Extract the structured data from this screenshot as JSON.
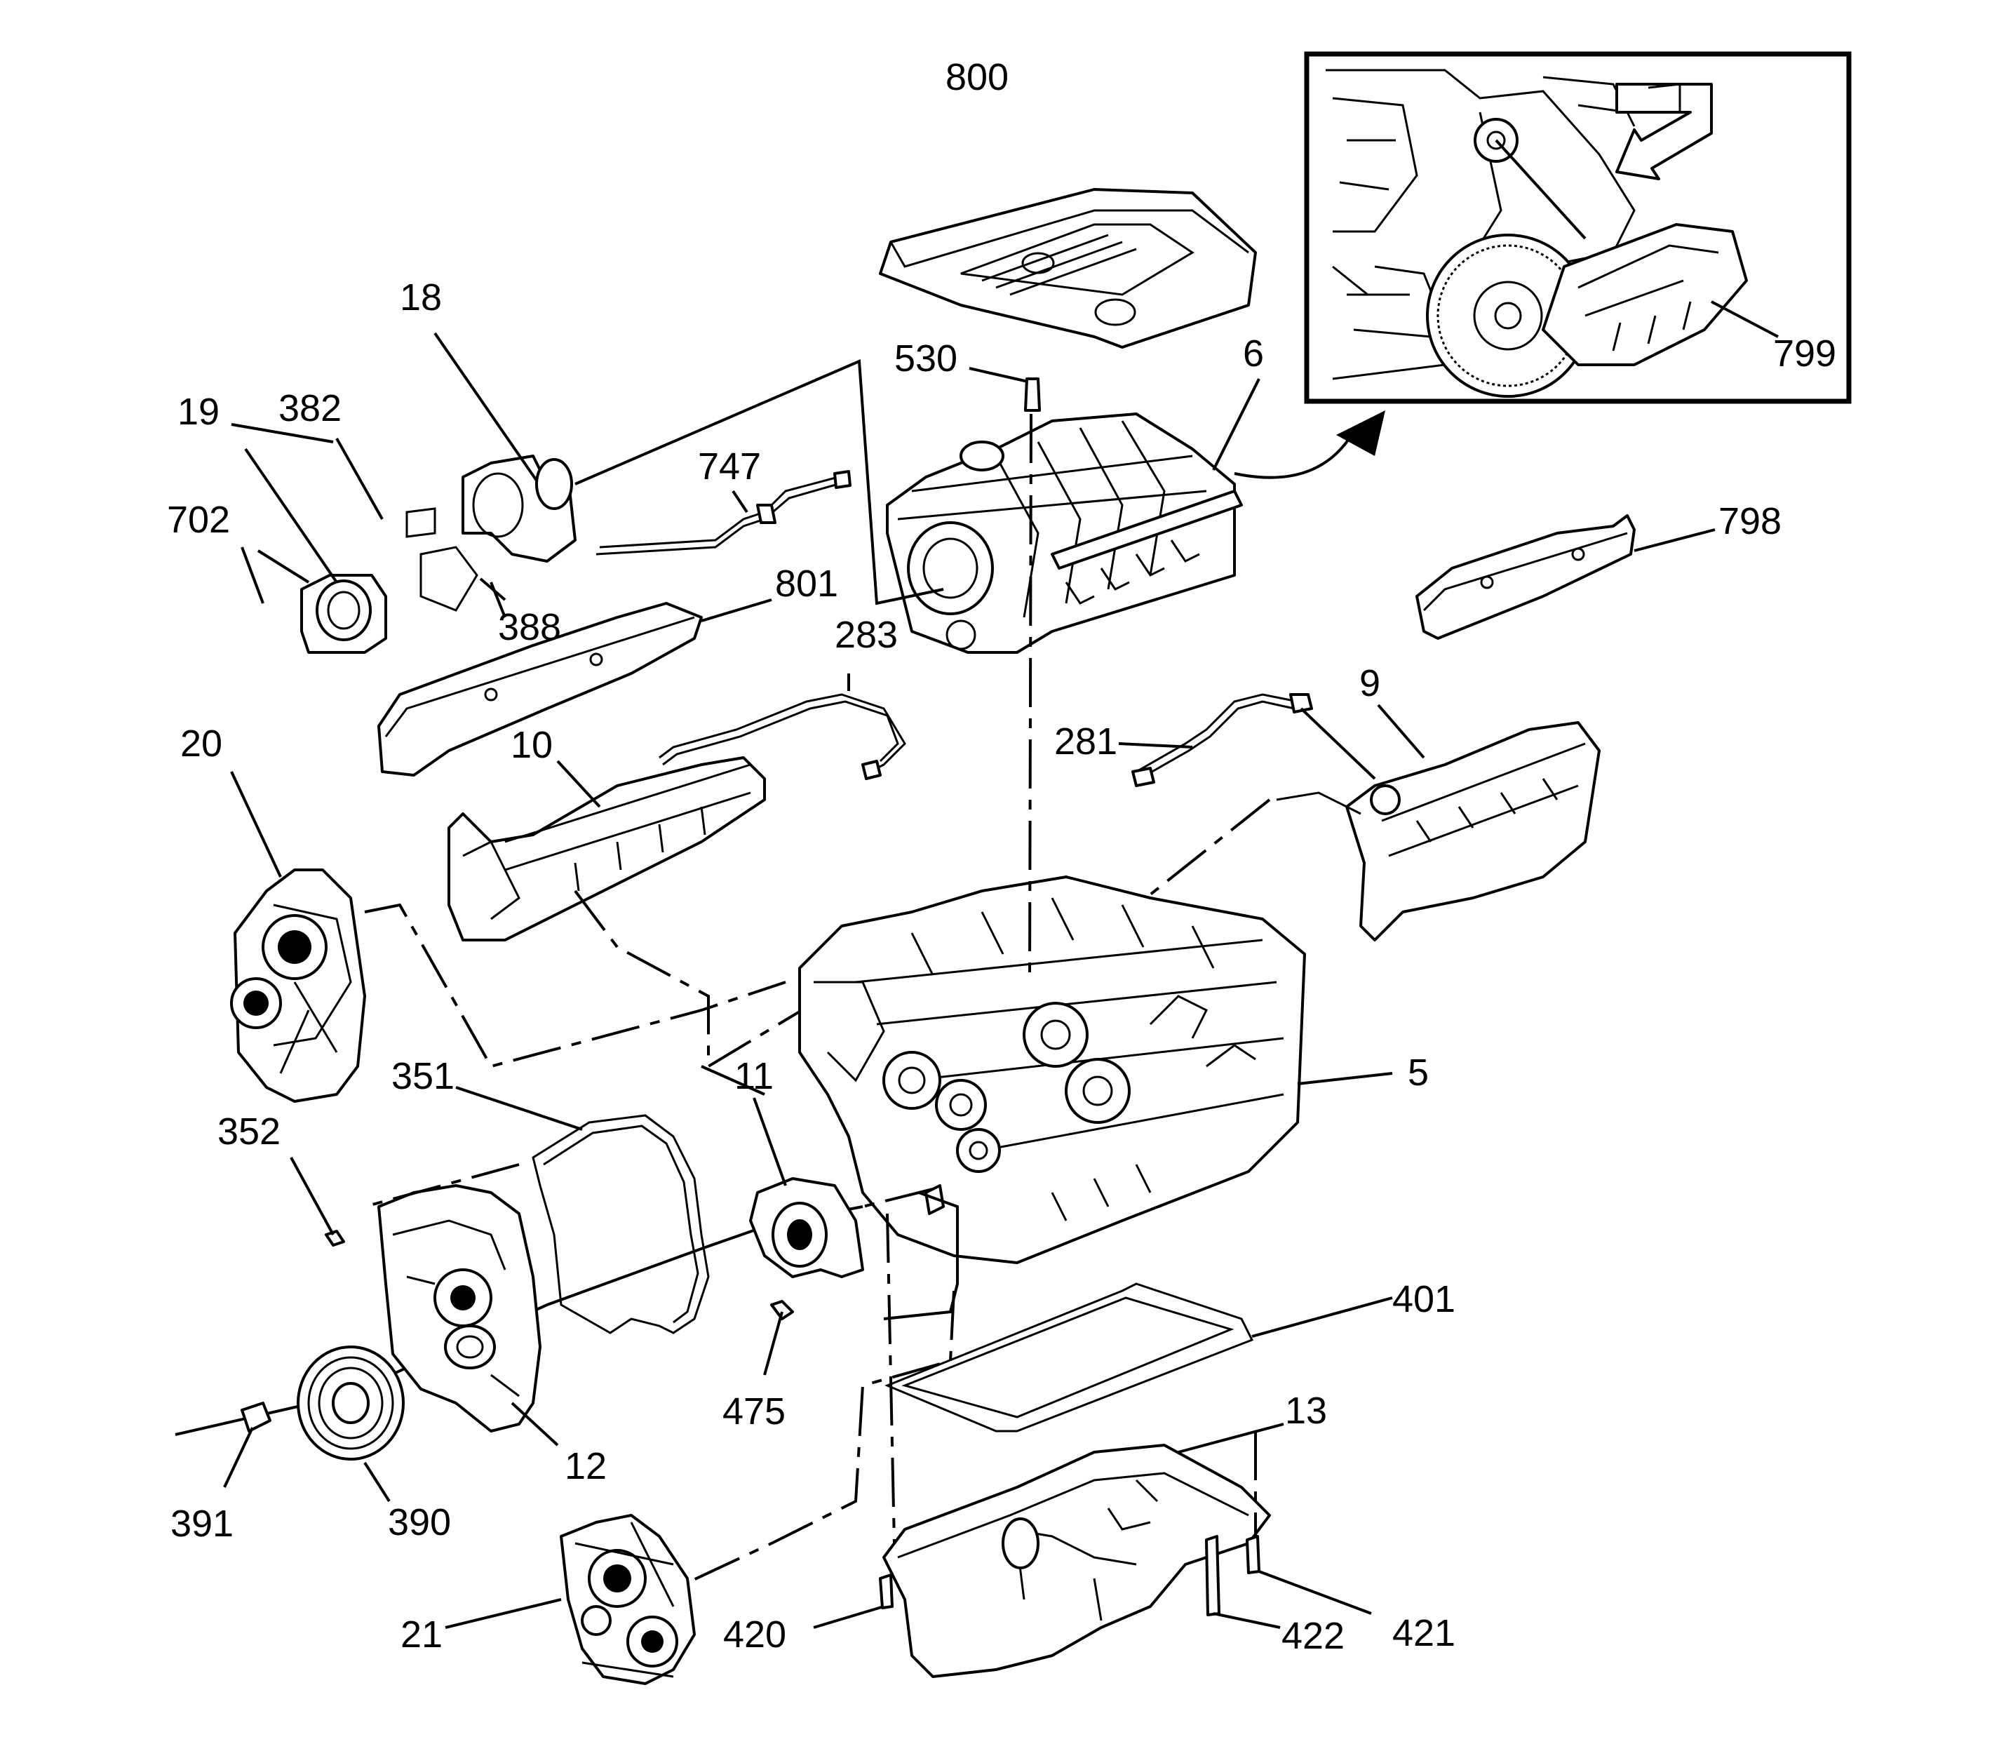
{
  "callouts": {
    "c800": "800",
    "c18": "18",
    "c530": "530",
    "c6": "6",
    "c799": "799",
    "c19": "19",
    "c382": "382",
    "c747": "747",
    "c702": "702",
    "c798": "798",
    "c388": "388",
    "c801": "801",
    "c283": "283",
    "c20": "20",
    "c10": "10",
    "c281": "281",
    "c9": "9",
    "c351": "351",
    "c11": "11",
    "c5": "5",
    "c352": "352",
    "c401": "401",
    "c475": "475",
    "c12": "12",
    "c13": "13",
    "c391": "391",
    "c390": "390",
    "c21": "21",
    "c420": "420",
    "c422": "422",
    "c421": "421"
  },
  "colors": {
    "ink": "#000000",
    "paper": "#ffffff"
  },
  "icons": [
    "direction-arrow-icon"
  ]
}
